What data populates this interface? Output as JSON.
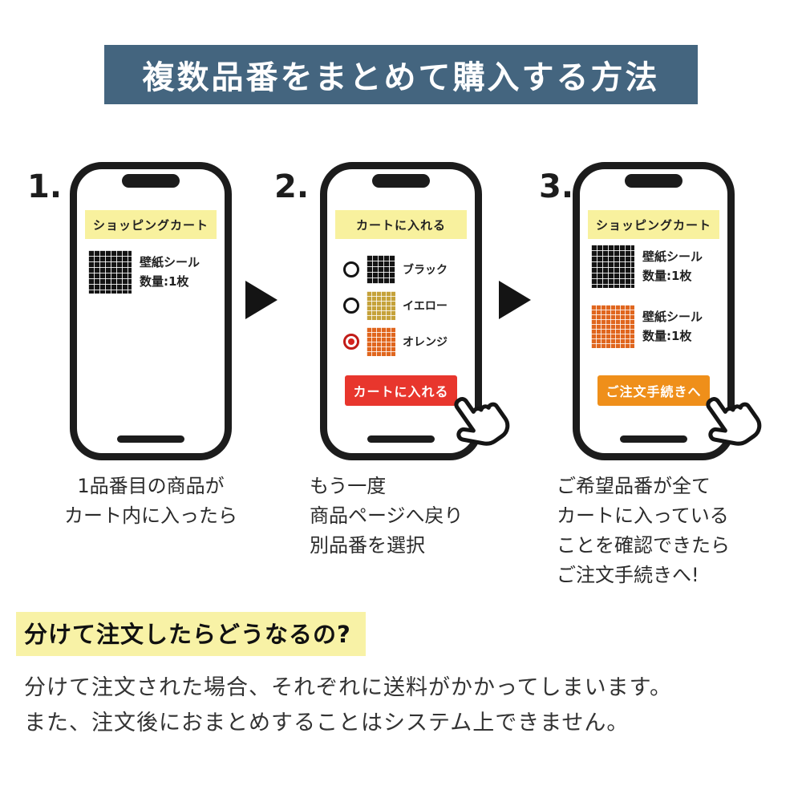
{
  "header": {
    "title": "複数品番をまとめて購入する方法"
  },
  "steps": [
    {
      "number": "1.",
      "phone": {
        "banner": "ショッピングカート",
        "items": [
          {
            "swatch": "black",
            "name": "壁紙シール",
            "qty": "数量:1枚"
          }
        ]
      },
      "caption": [
        "1品番目の商品が",
        "カート内に入ったら"
      ]
    },
    {
      "number": "2.",
      "phone": {
        "banner": "カートに入れる",
        "options": [
          {
            "label": "ブラック",
            "swatch": "black",
            "selected": false
          },
          {
            "label": "イエロー",
            "swatch": "yellow",
            "selected": false
          },
          {
            "label": "オレンジ",
            "swatch": "orange",
            "selected": true
          }
        ],
        "button": {
          "label": "カートに入れる",
          "color": "#e8362d"
        }
      },
      "caption": [
        "もう一度",
        "商品ページへ戻り",
        "別品番を選択"
      ]
    },
    {
      "number": "3.",
      "phone": {
        "banner": "ショッピングカート",
        "items": [
          {
            "swatch": "black",
            "name": "壁紙シール",
            "qty": "数量:1枚"
          },
          {
            "swatch": "orange",
            "name": "壁紙シール",
            "qty": "数量:1枚"
          }
        ],
        "button": {
          "label": "ご注文手続きへ",
          "color": "#ef8f1a"
        }
      },
      "caption": [
        "ご希望品番が全て",
        "カートに入っている",
        "ことを確認できたら",
        "ご注文手続きへ!"
      ]
    }
  ],
  "footer": {
    "heading": "分けて注文したらどうなるの?",
    "body": [
      "分けて注文された場合、それぞれに送料がかかってしまいます。",
      "また、注文後におまとめすることはシステム上できません。"
    ]
  },
  "colors": {
    "header_bg": "#44657f",
    "banner_yellow": "#f8f19e",
    "highlight_yellow": "#f8f2a6",
    "red_button": "#e8362d",
    "orange_button": "#ef8f1a",
    "swatch_black": "#141414",
    "swatch_yellow": "#c5a23a",
    "swatch_orange": "#e0661e"
  }
}
